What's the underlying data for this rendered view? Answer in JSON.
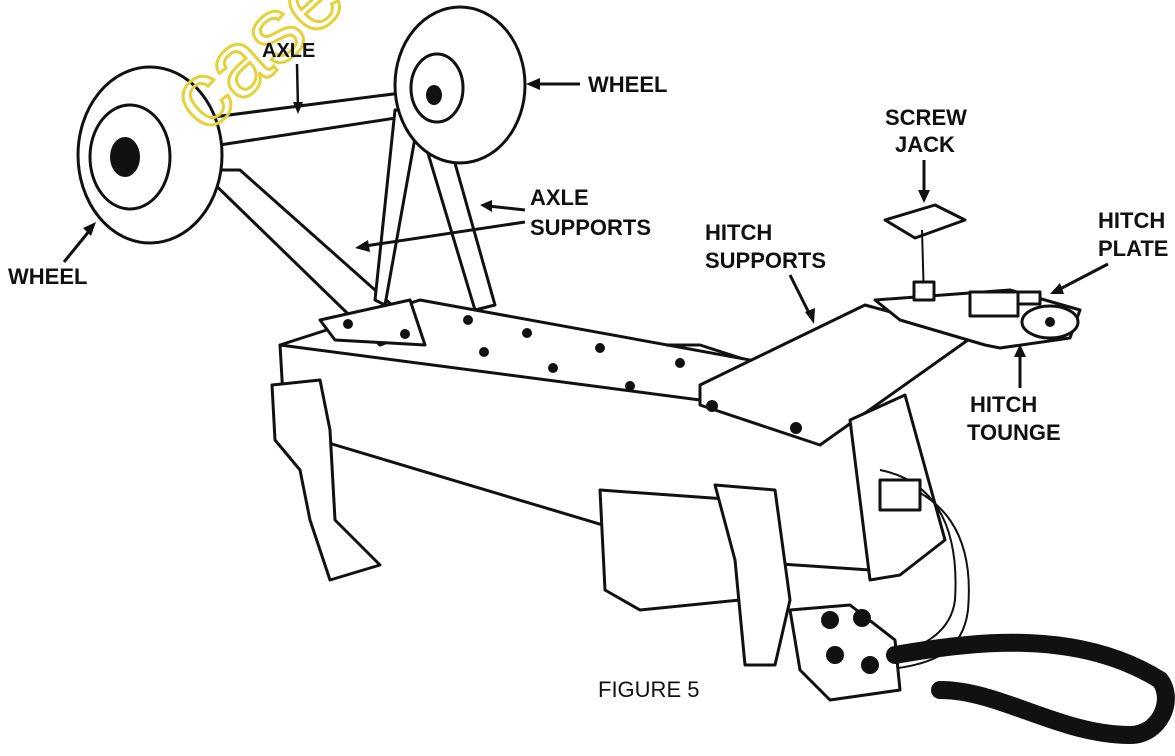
{
  "watermark": "case",
  "labels": {
    "axle": "AXLE",
    "wheel_right": "WHEEL",
    "wheel_left": "WHEEL",
    "axle_supports_1": "AXLE",
    "axle_supports_2": "SUPPORTS",
    "hitch_supports_1": "HITCH",
    "hitch_supports_2": "SUPPORTS",
    "screw_jack_1": "SCREW",
    "screw_jack_2": "JACK",
    "hitch_plate_1": "HITCH",
    "hitch_plate_2": "PLATE",
    "hitch_tounge_1": "HITCH",
    "hitch_tounge_2": "TOUNGE"
  },
  "caption": "FIGURE 5",
  "colors": {
    "ink": "#111111",
    "paper": "#ffffff",
    "watermark": "#e3d23a"
  }
}
